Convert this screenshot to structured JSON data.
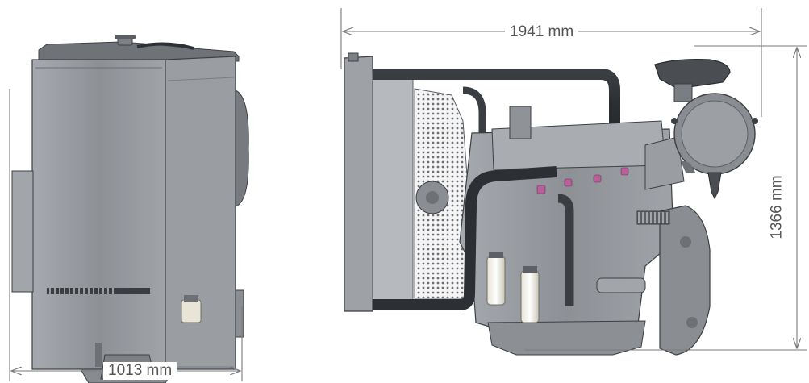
{
  "dimensions": {
    "width": "1013 mm",
    "length": "1941 mm",
    "height": "1366 mm"
  },
  "colors": {
    "engine_body": "#8f9399",
    "engine_light": "#b3b7bc",
    "engine_dark": "#5d6166",
    "pipe": "#2f3236",
    "accent_pink": "#b8609a",
    "dimension_line": "#7a7a7a",
    "text": "#555555"
  }
}
